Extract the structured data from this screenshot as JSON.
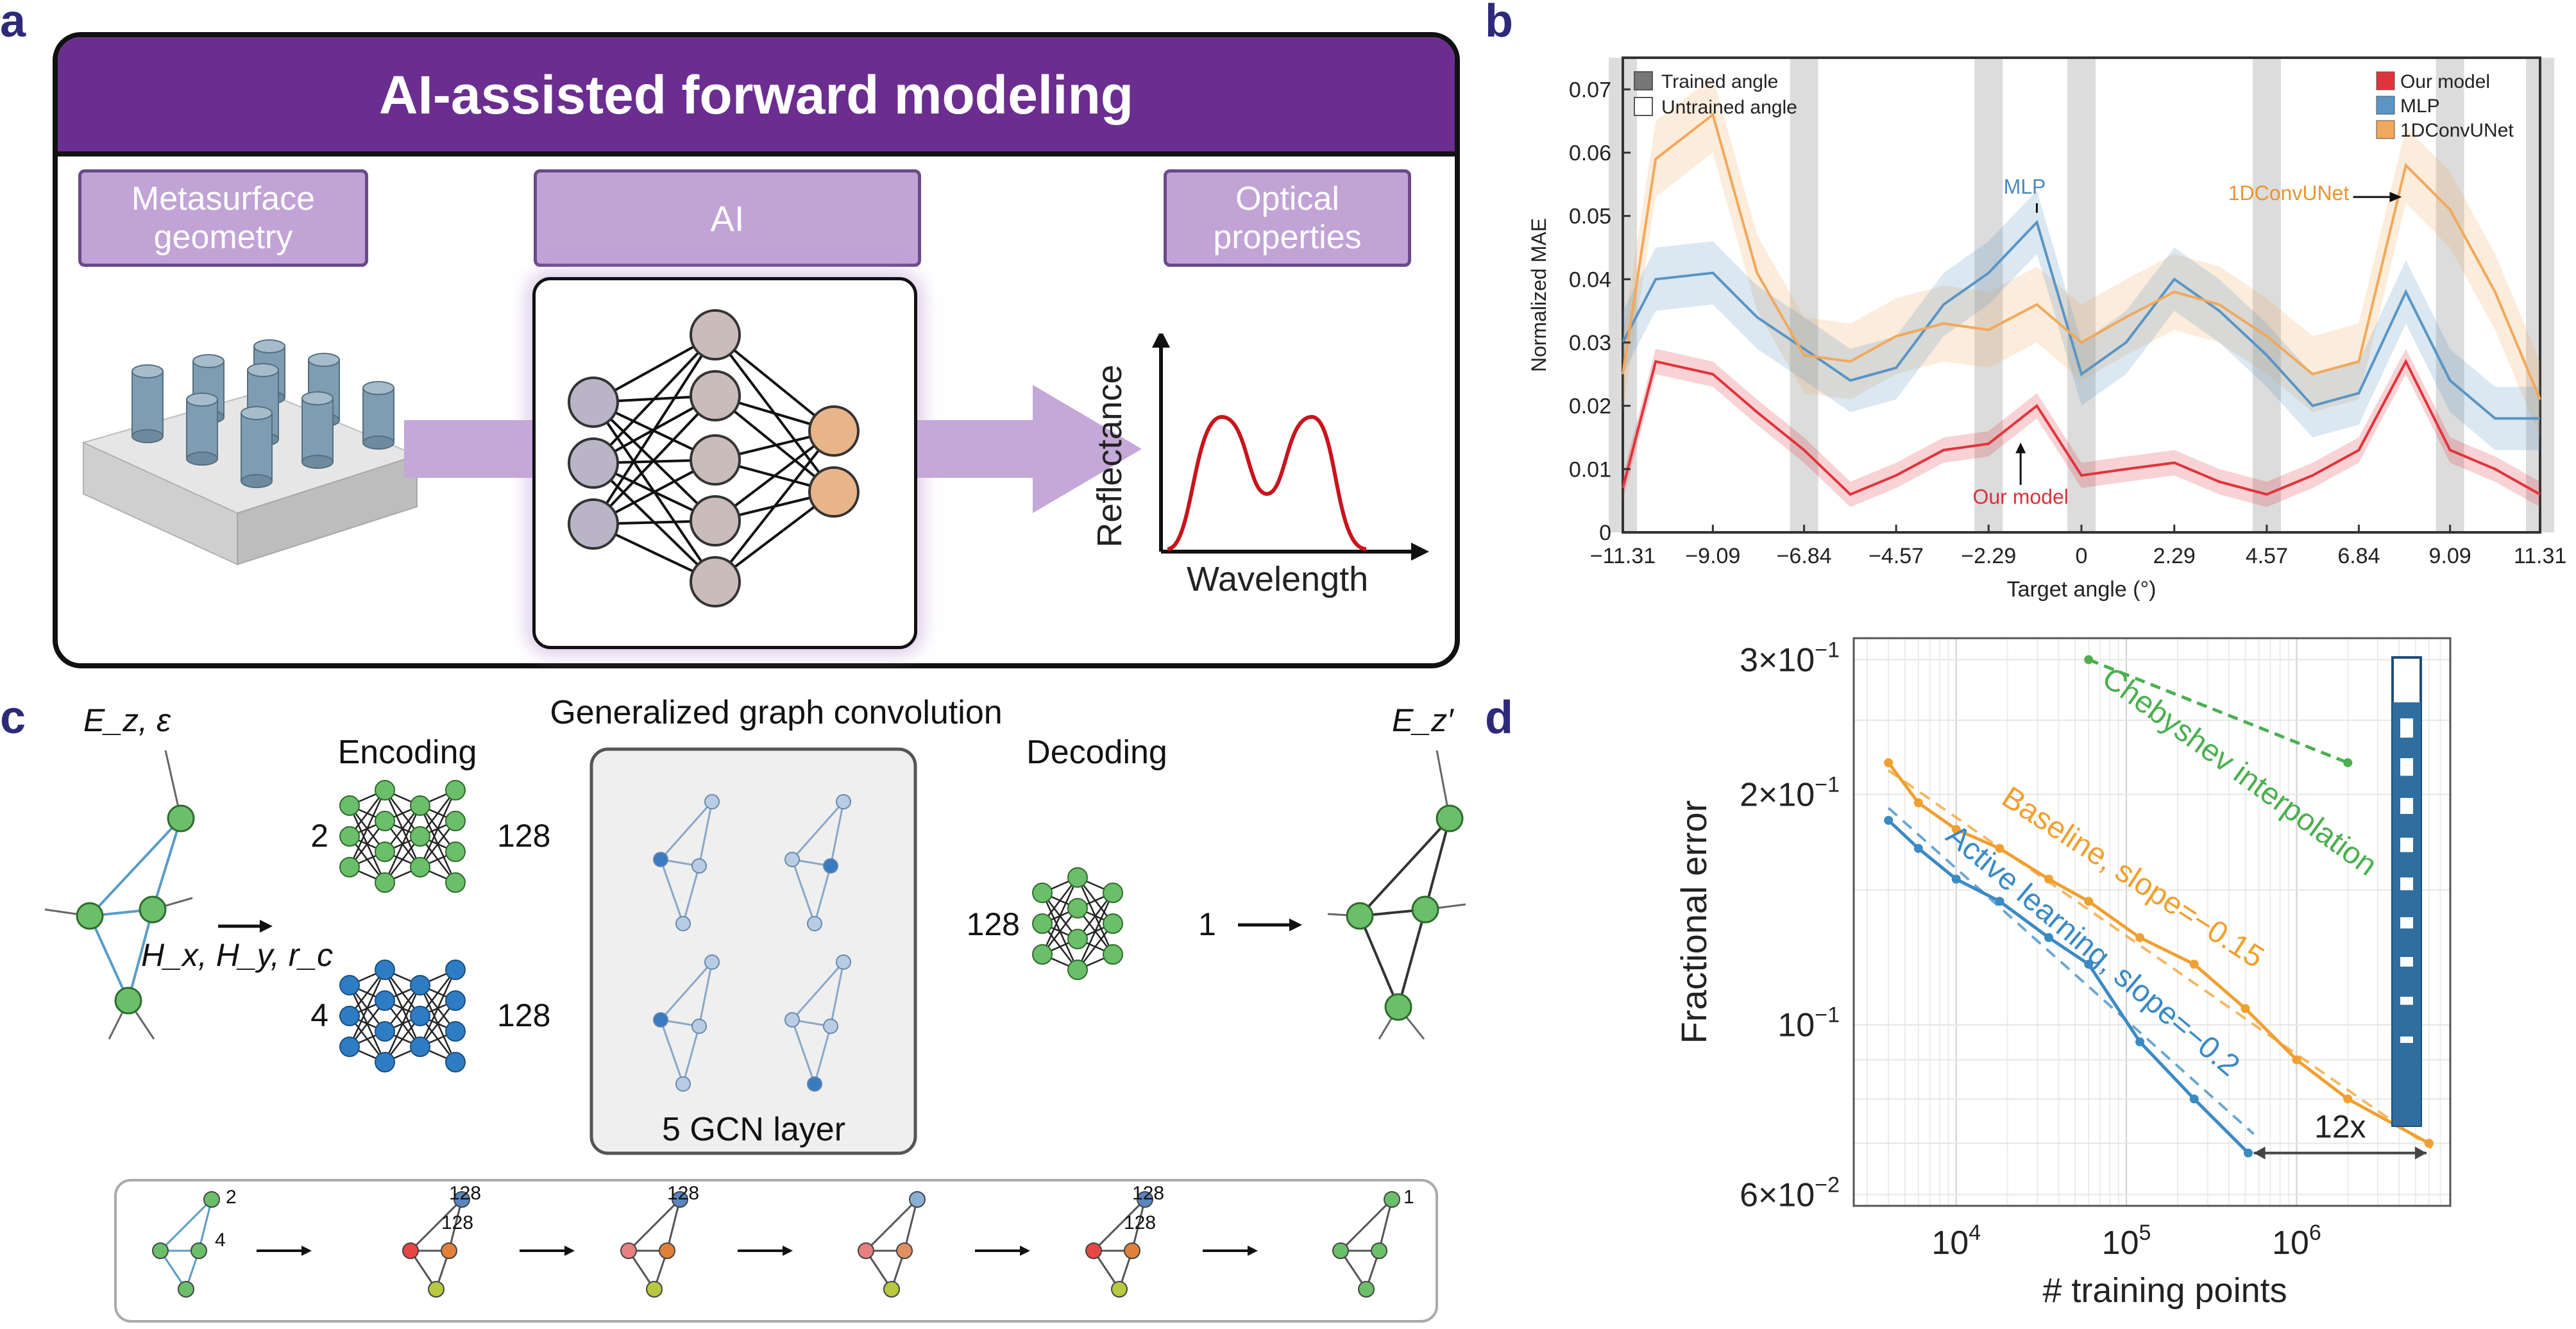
{
  "panels": {
    "a": {
      "letter": "a",
      "title": "AI-assisted forward modeling",
      "boxes": [
        "Metasurface geometry",
        "AI",
        "Optical properties"
      ],
      "plot_ylabel": "Reflectance",
      "plot_xlabel": "Wavelength"
    },
    "b": {
      "letter": "b",
      "legend_left": [
        "Trained angle",
        "Untrained angle"
      ],
      "legend_right": [
        "Our model",
        "MLP",
        "1DConvUNet"
      ],
      "annotations": [
        "MLP",
        "1DConvUNet",
        "Our model"
      ],
      "ylabel": "Normalized MAE",
      "xlabel": "Target angle (°)"
    },
    "c": {
      "letter": "c",
      "input_label": "E_z, ε",
      "hinput_label": "H_x, H_y, r_c",
      "encoding": "Encoding",
      "gconv": "Generalized graph convolution",
      "decoding": "Decoding",
      "output_label": "E_z′",
      "enc1_in": "2",
      "enc1_out": "128",
      "enc2_in": "4",
      "enc2_out": "128",
      "dec_in": "128",
      "dec_out": "1",
      "gcn_label": "5 GCN layer",
      "bottom_labels": [
        "2",
        "4",
        "128",
        "128",
        "128",
        "128",
        "128",
        "1"
      ]
    },
    "d": {
      "letter": "d",
      "ylabel": "Fractional error",
      "xlabel": "# training points",
      "annotations": [
        "Chebyshev interpolation",
        "Baseline, slope=−0.15",
        "Active learning, slope=−0.2",
        "12x"
      ]
    }
  },
  "chart_data": [
    {
      "type": "line",
      "panel": "b",
      "xlabel": "Target angle (°)",
      "ylabel": "Normalized MAE",
      "xlim": [
        -11.31,
        11.31
      ],
      "ylim": [
        0,
        0.075
      ],
      "xticks": [
        "−11.31",
        "−9.09",
        "−6.84",
        "−4.57",
        "−2.29",
        "0",
        "2.29",
        "4.57",
        "6.84",
        "9.09",
        "11.31"
      ],
      "yticks": [
        "0",
        "0.01",
        "0.02",
        "0.03",
        "0.04",
        "0.05",
        "0.06",
        "0.07"
      ],
      "trained_angles": [
        -11.31,
        -6.84,
        -2.29,
        0,
        4.57,
        9.09,
        11.31
      ],
      "legend_position": "top-right",
      "x": [
        -11.31,
        -10.5,
        -9.09,
        -8.0,
        -6.84,
        -5.7,
        -4.57,
        -3.4,
        -2.29,
        -1.1,
        0,
        1.1,
        2.29,
        3.4,
        4.57,
        5.7,
        6.84,
        8.0,
        9.09,
        10.2,
        11.31
      ],
      "series": [
        {
          "name": "Our model",
          "color": "#e0343c",
          "values": [
            0.007,
            0.027,
            0.025,
            0.019,
            0.013,
            0.006,
            0.009,
            0.013,
            0.014,
            0.02,
            0.009,
            0.01,
            0.011,
            0.008,
            0.006,
            0.009,
            0.013,
            0.027,
            0.013,
            0.01,
            0.006
          ],
          "band": 0.002
        },
        {
          "name": "MLP",
          "color": "#5a95c4",
          "values": [
            0.03,
            0.04,
            0.041,
            0.034,
            0.029,
            0.024,
            0.026,
            0.036,
            0.041,
            0.049,
            0.025,
            0.03,
            0.04,
            0.035,
            0.028,
            0.02,
            0.022,
            0.038,
            0.024,
            0.018,
            0.018
          ],
          "band": 0.005
        },
        {
          "name": "1DConvUNet",
          "color": "#f0a95c",
          "values": [
            0.025,
            0.059,
            0.066,
            0.041,
            0.028,
            0.027,
            0.031,
            0.033,
            0.032,
            0.036,
            0.03,
            0.034,
            0.038,
            0.036,
            0.031,
            0.025,
            0.027,
            0.058,
            0.051,
            0.038,
            0.021
          ],
          "band": 0.006
        }
      ]
    },
    {
      "type": "line",
      "panel": "d",
      "xlabel": "# training points",
      "ylabel": "Fractional error",
      "xscale": "log",
      "yscale": "log",
      "xlim": [
        2500,
        8000000
      ],
      "ylim": [
        0.058,
        0.32
      ],
      "xticks": [
        "10^4",
        "10^5",
        "10^6"
      ],
      "yticks": [
        "3×10^−1",
        "2×10^−1",
        "10^−1",
        "6×10^−2"
      ],
      "series": [
        {
          "name": "Chebyshev interpolation",
          "color": "#4caf50",
          "x": [
            60000,
            2000000
          ],
          "values": [
            0.3,
            0.22
          ],
          "style": "dashed"
        },
        {
          "name": "Baseline, slope=−0.15",
          "color": "#f0a030",
          "x": [
            4000,
            6000,
            10000,
            18000,
            35000,
            60000,
            120000,
            250000,
            500000,
            1000000,
            2000000,
            6000000
          ],
          "values": [
            0.22,
            0.195,
            0.18,
            0.17,
            0.155,
            0.145,
            0.13,
            0.12,
            0.105,
            0.09,
            0.08,
            0.07
          ]
        },
        {
          "name": "Active learning, slope=−0.2",
          "color": "#3a8ac4",
          "x": [
            4000,
            6000,
            10000,
            18000,
            35000,
            60000,
            120000,
            250000,
            520000
          ],
          "values": [
            0.185,
            0.17,
            0.155,
            0.145,
            0.13,
            0.12,
            0.095,
            0.08,
            0.068
          ]
        }
      ]
    }
  ],
  "colors": {
    "purple_header": "#6b2d8f",
    "purple_light": "#c1a3d6",
    "arrow_purple": "#c4a8d8",
    "node_grey": "#b9b5c7",
    "node_rose": "#cbbcbc",
    "node_orange": "#e8b48a",
    "green_node": "#6cbf6a",
    "blue_node": "#2e7dc4"
  }
}
